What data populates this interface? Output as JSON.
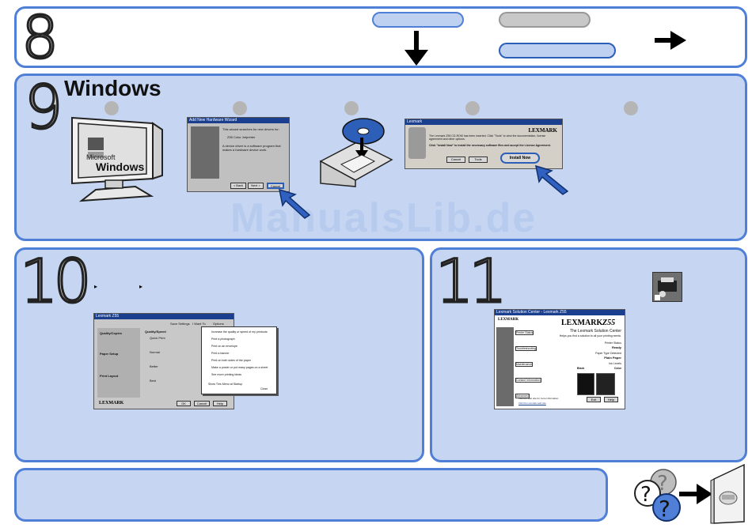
{
  "steps": {
    "step8": {
      "number": "8"
    },
    "step9": {
      "number": "9",
      "heading": "Windows"
    },
    "step10": {
      "number": "10",
      "crumb1": "▸",
      "crumb2": "▸"
    },
    "step11": {
      "number": "11"
    }
  },
  "colors": {
    "panel_border": "#4f7fd6",
    "panel_fill": "#c6d6f2",
    "pill_fill": "#bfd1f1",
    "pill_grey": "#c8c8c8",
    "install_pointer": "#2d5fb8"
  },
  "icons": [
    "down-arrow-icon",
    "right-arrow-icon",
    "monitor-icon",
    "cd-icon",
    "pointer-arrow-icon",
    "printer-shortcut-icon",
    "help-question-icon",
    "manual-book-icon"
  ],
  "screens": {
    "hardware_wizard": {
      "title": "Add New Hardware Wizard",
      "line1": "This wizard searches for new drivers for:",
      "line2": "Z55 Color Jetprinter",
      "line3": "A device driver is a software program that makes a hardware device work.",
      "back": "< Back",
      "next": "Next >",
      "cancel": "Cancel"
    },
    "lexmark_installer": {
      "title": "Lexmark",
      "brand": "LEXMARK",
      "line1": "The Lexmark Z55 CD-ROM has been inserted. Click \"Tools\" to view the documentation, license agreement and other options.",
      "line2": "Click \"Install Now\" to install the necessary software files and accept the License Agreement.",
      "cancel": "Cancel",
      "tools": "Tools",
      "install": "Install Now"
    },
    "printer_properties": {
      "title": "Lexmark Z55",
      "brand": "LEXMARK",
      "save_settings": "Save Settings",
      "i_want_to": "I Want To",
      "options": "Options",
      "tab_quality": "Quality/Copies",
      "tab_paper": "Paper Setup",
      "tab_print": "Print Layout",
      "quality_speed": "Quality/Speed",
      "quick_print": "Quick Print",
      "normal": "Normal",
      "better": "Better",
      "best": "Best",
      "menu_items": [
        "Increase the quality or speed of my printouts",
        "Print a photograph",
        "Print on an envelope",
        "Print a banner",
        "Print on both sides of the paper",
        "Make a poster or put many pages on a sheet",
        "See more printing ideas"
      ],
      "show_menu": "Show This Menu at Startup",
      "close": "Close",
      "ok": "OK",
      "cancel": "Cancel",
      "help": "Help"
    },
    "solution_center": {
      "title": "Lexmark Solution Center - Lexmark Z55",
      "brand": "LEXMARK",
      "model": "Z55",
      "heading": "The Lexmark Solution Center",
      "subheading": "Helps you find a solution to all your printing needs.",
      "tab_printer_status": "Printer Status",
      "tab_troubleshooting": "Troubleshooting",
      "tab_maintenance": "Maintenance",
      "tab_contact": "Contact Information",
      "tab_advanced": "Advanced",
      "print_status_label": "Printer Status",
      "print_status": "Ready",
      "paper_label": "Paper Type Detected",
      "paper": "Plain Paper",
      "ink_label": "Ink Levels",
      "black": "Black",
      "color": "Color",
      "exit": "Exit",
      "help": "Help",
      "footer": "Visit our web site for more information",
      "footer_link": "Visit the Lexmark web site"
    }
  },
  "watermark": "ManualsLib.de"
}
